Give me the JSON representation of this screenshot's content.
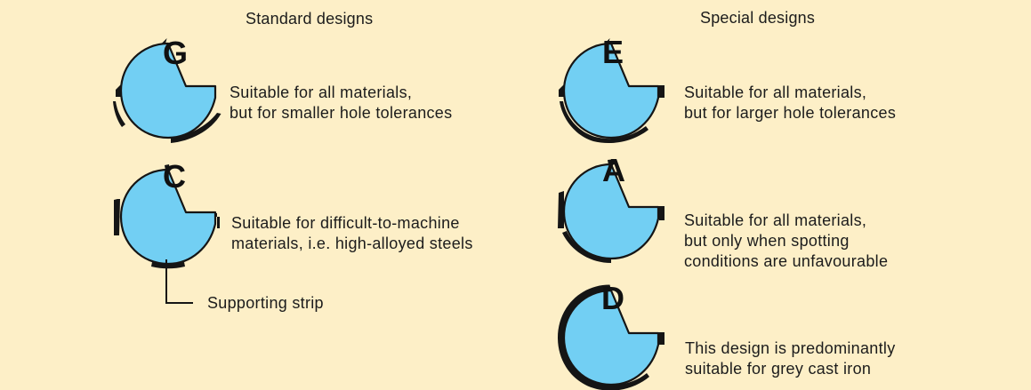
{
  "headings": {
    "standard": "Standard designs",
    "special": "Special designs"
  },
  "designs": {
    "G": {
      "letter": "G",
      "lines": [
        "Suitable for all materials,",
        "but for smaller hole tolerances"
      ]
    },
    "C": {
      "letter": "C",
      "lines": [
        "Suitable for difficult-to-machine",
        "materials, i.e. high-alloyed steels"
      ]
    },
    "E": {
      "letter": "E",
      "lines": [
        "Suitable for all materials,",
        "but for larger hole tolerances"
      ]
    },
    "A": {
      "letter": "A",
      "lines": [
        "Suitable for all materials,",
        "but only when spotting",
        "conditions are unfavourable"
      ]
    },
    "D": {
      "letter": "D",
      "lines": [
        "This design is predominantly",
        "suitable for grey cast iron"
      ]
    }
  },
  "callout": {
    "supporting_strip": "Supporting strip"
  },
  "colors": {
    "background": "#fdefc7",
    "face": "#72cff3",
    "outline": "#151515"
  }
}
